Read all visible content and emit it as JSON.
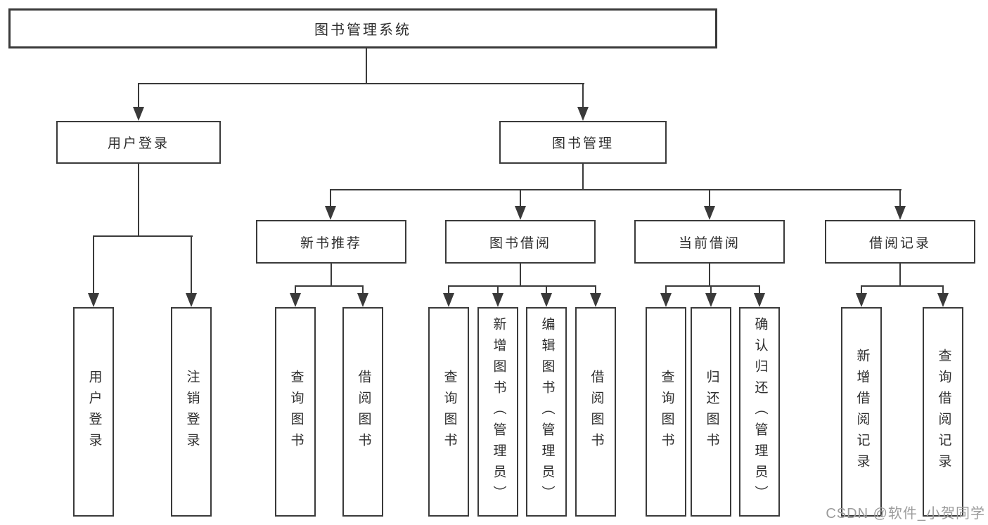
{
  "watermark": "CSDN @软件_小贺同学",
  "colors": {
    "line": "#3a3a3a",
    "box_border": "#3a3a3a",
    "box_fill": "#ffffff",
    "text": "#2e2e2e",
    "watermark": "#9b9b9b",
    "background": "#ffffff"
  },
  "tree": {
    "label": "图书管理系统",
    "children": [
      {
        "label": "用户登录",
        "children": [
          {
            "label": "用户登录"
          },
          {
            "label": "注销登录"
          }
        ]
      },
      {
        "label": "图书管理",
        "children": [
          {
            "label": "新书推荐",
            "children": [
              {
                "label": "查询图书"
              },
              {
                "label": "借阅图书"
              }
            ]
          },
          {
            "label": "图书借阅",
            "children": [
              {
                "label": "查询图书"
              },
              {
                "label": "新增图书（管理员）"
              },
              {
                "label": "编辑图书（管理员）"
              },
              {
                "label": "借阅图书"
              }
            ]
          },
          {
            "label": "当前借阅",
            "children": [
              {
                "label": "查询图书"
              },
              {
                "label": "归还图书"
              },
              {
                "label": "确认归还（管理员）"
              }
            ]
          },
          {
            "label": "借阅记录",
            "children": [
              {
                "label": "新增借阅记录"
              },
              {
                "label": "查询借阅记录"
              }
            ]
          }
        ]
      }
    ]
  }
}
